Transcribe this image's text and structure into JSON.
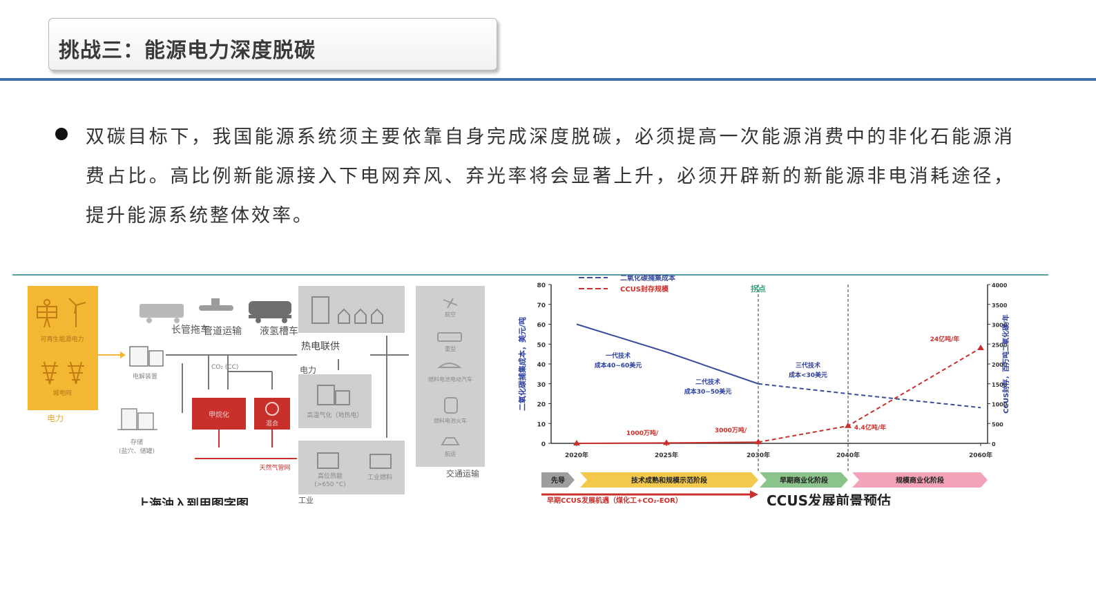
{
  "slide": {
    "title": "挑战三：能源电力深度脱碳",
    "paragraph": "双碳目标下，我国能源系统须主要依靠自身完成深度脱碳，必须提高一次能源消费中的非化石能源消费占比。高比例新能源接入下电网弃风、弃光率将会显著上升，必须开辟新的新能源非电消耗途径，提升能源系统整体效率。"
  },
  "colors": {
    "accent_blue": "#3f6fae",
    "teal_rule": "#5a9ca6",
    "power_yellow": "#f3b733",
    "process_red": "#c9302c",
    "gray_panel": "#cfcfcf"
  },
  "diagram": {
    "power_box": {
      "label_top": "可再生能源电力",
      "label_bottom": "城电网",
      "caption": "电力"
    },
    "transport_modes": [
      "长管拖车",
      "管道运输",
      "液氢槽车"
    ],
    "electrolysis": "电解装置",
    "co2_label": "CO₂ (CC)",
    "purify": "甲烷化",
    "blend": "混合",
    "storage": "存储",
    "storage_note": "(盐穴、储罐)",
    "gas_grid": "天然气管网",
    "chp": "热电联供",
    "power_label": "电力",
    "high_temp_gasification": "高温气化（地热电）",
    "high_temp_heat": "高位热能",
    "high_temp_note": "(>650 °C)",
    "industry_fuel": "工业燃料",
    "industry": "工业",
    "transport_items": [
      "航空",
      "重型",
      "燃料电池电动汽车",
      "燃料电池火车",
      "航运"
    ],
    "transport_caption": "交通运输",
    "bottom_cut_text": "上海油入到用图字图"
  },
  "chart_data": {
    "type": "line",
    "title": "CCUS发展前景预估",
    "xlabel": "",
    "ylabel": "二氧化碳捕集成本，美元/吨",
    "ylabel_right": "CCUS封存，百万吨二氧化碳/年",
    "x_ticks": [
      "2020年",
      "2025年",
      "2030年",
      "2040年",
      "2060年"
    ],
    "x": [
      2020,
      2025,
      2030,
      2040,
      2060
    ],
    "ylim": [
      0,
      80
    ],
    "y_ticks": [
      0,
      10,
      20,
      30,
      40,
      50,
      60,
      70,
      80
    ],
    "ylim_right": [
      0,
      4000
    ],
    "y_right_ticks": [
      0,
      500,
      1000,
      1500,
      2000,
      2500,
      3000,
      3500,
      4000
    ],
    "legend": [
      {
        "name": "二氧化碳捕集成本",
        "color": "#3b4c9b"
      },
      {
        "name": "CCUS封存规模",
        "color": "#c9302c"
      }
    ],
    "series": [
      {
        "name": "二氧化碳捕集成本",
        "axis": "left",
        "x": [
          2020,
          2025,
          2030,
          2040,
          2060
        ],
        "values": [
          60,
          46,
          30,
          25,
          18
        ],
        "dashed_from": 2030
      },
      {
        "name": "CCUS封存规模",
        "axis": "right",
        "x": [
          2020,
          2025,
          2030,
          2040,
          2060
        ],
        "values": [
          1,
          10,
          30,
          440,
          2400
        ],
        "dashed_from": 2030
      }
    ],
    "vlines": [
      {
        "x": 2030,
        "label": "拐点"
      },
      {
        "x": 2040,
        "label": ""
      }
    ],
    "annotations": [
      {
        "text": "一代技术",
        "sub": "成本40~60美元"
      },
      {
        "text": "二代技术",
        "sub": "成本30~50美元"
      },
      {
        "text": "三代技术",
        "sub": "成本<30美元"
      },
      {
        "text": "1000万吨/"
      },
      {
        "text": "3000万吨/"
      },
      {
        "text": "4.4亿吨/年"
      },
      {
        "text": "24亿吨/年"
      }
    ],
    "phases": [
      {
        "label": "先导",
        "color": "#9e9e9e"
      },
      {
        "label": "技术成熟和规模示范阶段",
        "color": "#f2c94c"
      },
      {
        "label": "早期商业化阶段",
        "color": "#8bc48a"
      },
      {
        "label": "规模商业化阶段",
        "color": "#f4a2b8"
      }
    ],
    "early_opportunity": "早期CCUS发展机遇（煤化工+CO₂-EOR）"
  }
}
